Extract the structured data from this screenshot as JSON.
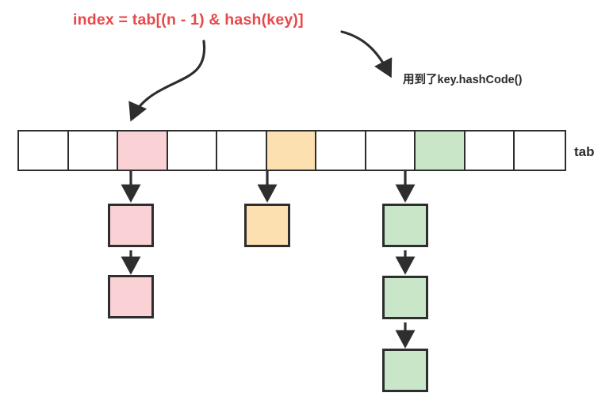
{
  "diagram": {
    "title_formula": "index = tab[(n - 1) & hash(key)]",
    "title_color": "#e8484a",
    "annotation_note": "用到了key.hashCode()",
    "array_label": "tab",
    "colors": {
      "pink": "#fad2d5",
      "orange": "#fce0b0",
      "green": "#c9e6c8",
      "empty": "#ffffff",
      "stroke": "#2e2e2e",
      "text": "#2b2b2b"
    },
    "bucket_array": {
      "label": "tab",
      "cell_count": 11,
      "cells": [
        {
          "index": 0,
          "fill": "empty",
          "occupied": false
        },
        {
          "index": 1,
          "fill": "empty",
          "occupied": false
        },
        {
          "index": 2,
          "fill": "pink",
          "occupied": true
        },
        {
          "index": 3,
          "fill": "empty",
          "occupied": false
        },
        {
          "index": 4,
          "fill": "empty",
          "occupied": false
        },
        {
          "index": 5,
          "fill": "orange",
          "occupied": true
        },
        {
          "index": 6,
          "fill": "empty",
          "occupied": false
        },
        {
          "index": 7,
          "fill": "empty",
          "occupied": false
        },
        {
          "index": 8,
          "fill": "green",
          "occupied": true
        },
        {
          "index": 9,
          "fill": "empty",
          "occupied": false
        },
        {
          "index": 10,
          "fill": "empty",
          "occupied": false
        }
      ]
    },
    "chains": [
      {
        "name": "pink-chain",
        "bucket_index": 2,
        "fill": "pink",
        "node_count": 2
      },
      {
        "name": "orange-chain",
        "bucket_index": 5,
        "fill": "orange",
        "node_count": 1
      },
      {
        "name": "green-chain",
        "bucket_index": 8,
        "fill": "green",
        "node_count": 3
      }
    ],
    "arrows": [
      {
        "name": "formula-to-bucket-arrow",
        "from": "title_formula",
        "to": "bucket_index_2"
      },
      {
        "name": "formula-to-note-arrow",
        "from": "title_formula",
        "to": "annotation_note"
      }
    ]
  }
}
